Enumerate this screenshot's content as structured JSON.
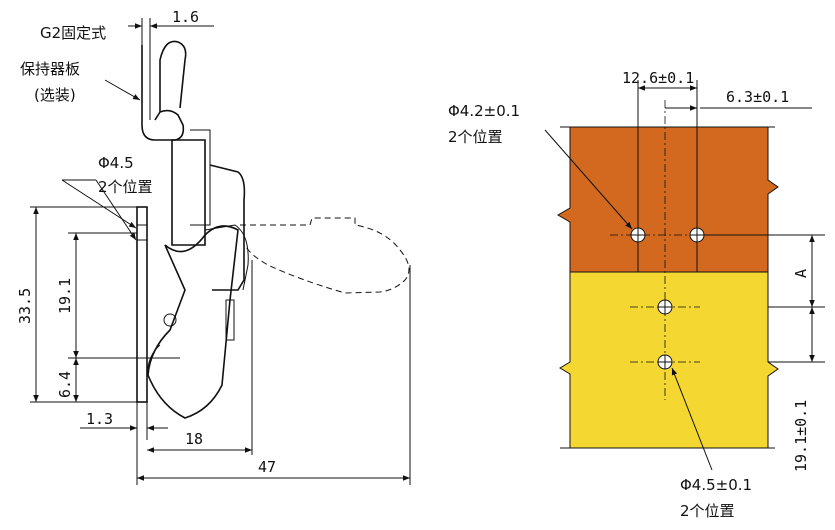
{
  "left_view": {
    "label_g2": "G2固定式",
    "label_holder": "保持器板",
    "label_optional": "(选装)",
    "label_hole_dia": "Φ4.5",
    "label_hole_count": "2个位置",
    "dim_top": "1.6",
    "dim_height_total": "33.5",
    "dim_height_mid": "19.1",
    "dim_height_low": "6.4",
    "dim_offset": "1.3",
    "dim_width_18": "18",
    "dim_width_47": "47"
  },
  "right_view": {
    "dim_spacing": "12.6±0.1",
    "dim_half": "6.3±0.1",
    "label_hole_dia_top": "Φ4.2±0.1",
    "label_hole_count_top": "2个位置",
    "dim_a": "A",
    "dim_vertical": "19.1±0.1",
    "label_hole_dia_bottom": "Φ4.5±0.1",
    "label_hole_count_bottom": "2个位置",
    "colors": {
      "orange_panel": "#D2691E",
      "yellow_panel": "#F5D731"
    }
  }
}
